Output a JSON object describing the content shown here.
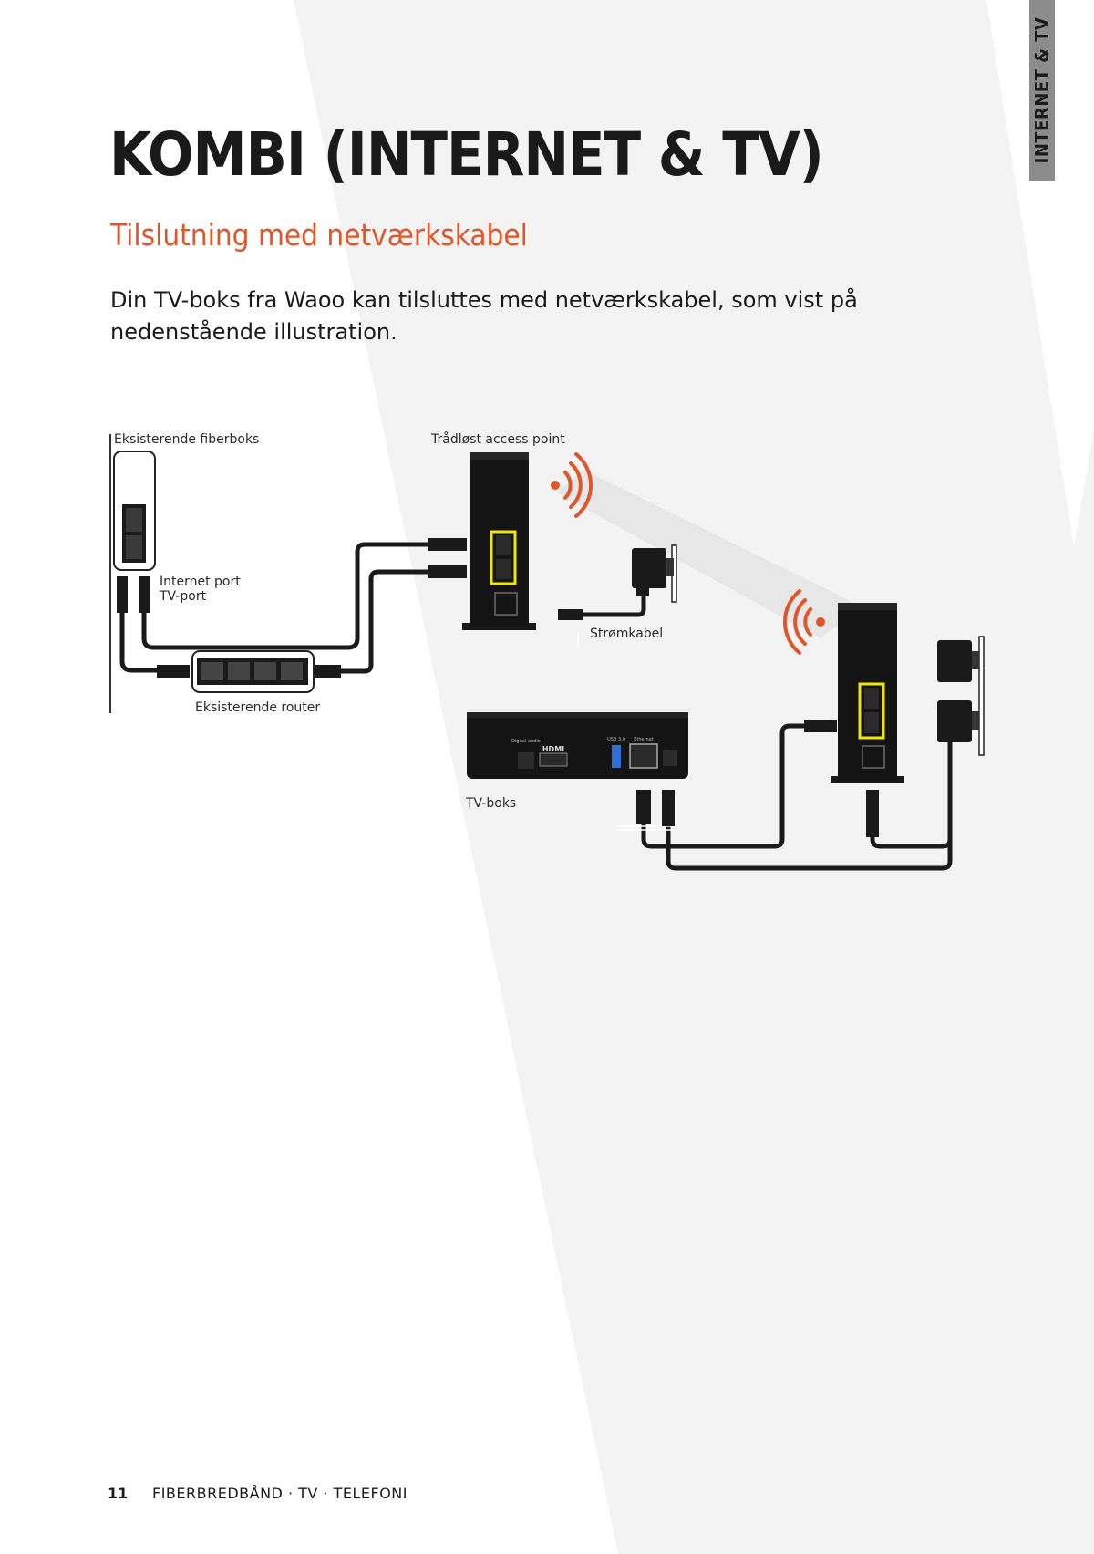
{
  "side_tab": {
    "label": "INTERNET & TV"
  },
  "page": {
    "title": "KOMBI (INTERNET & TV)",
    "subtitle": "Tilslutning med netværkskabel",
    "intro": "Din TV-boks fra Waoo kan tilsluttes med netværkskabel, som vist på nedenstående illustration."
  },
  "diagram": {
    "labels": {
      "fiber_box": "Eksisterende fiberboks",
      "internet_port": "Internet port",
      "tv_port": "TV-port",
      "router": "Eksisterende router",
      "access_point": "Trådløst access point",
      "power_cable": "Strømkabel",
      "tv_box": "TV-boks"
    },
    "device_markings": {
      "digital_audio": "Digital audio",
      "hdmi": "HDMI",
      "usb": "USB 3.0",
      "ethernet": "Ethernet"
    },
    "colors": {
      "accent": "#e0562a",
      "port_yellow": "#f2e600",
      "device": "#141414",
      "cable": "#1a1a1a"
    }
  },
  "footer": {
    "page_number": "11",
    "text": "FIBERBREDBÅND · TV · TELEFONI"
  }
}
